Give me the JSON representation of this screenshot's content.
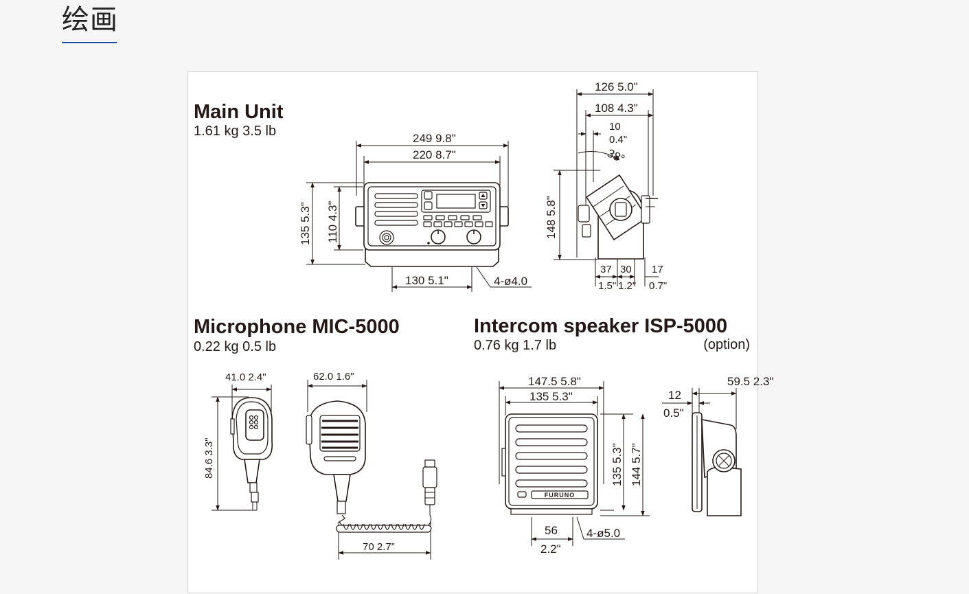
{
  "page": {
    "title": "绘画"
  },
  "main_unit": {
    "title": "Main Unit",
    "weight": "1.61 kg   3.5 lb",
    "dims": {
      "w_outer": "249  9.8\"",
      "w_inner": "220  8.7\"",
      "h_outer": "135  5.3\"",
      "h_inner": "110  4.3\"",
      "base_w": "130  5.1\"",
      "hole": "4-ø4.0",
      "depth_outer": "126  5.0\"",
      "depth_inner": "108  4.3\"",
      "offset_mm": "10",
      "offset_in": "0.4\"",
      "angle": "38°",
      "side_h": "148  5.8\"",
      "b1_mm": "37",
      "b1_in": "1.5\"",
      "b2_mm": "30",
      "b2_in": "1.2\"",
      "b3_mm": "17",
      "b3_in": "0.7\""
    }
  },
  "microphone": {
    "title": "Microphone MIC-5000",
    "weight": "0.22 kg   0.5 lb",
    "dims": {
      "w_side": "41.0  2.4\"",
      "w_front": "62.0  1.6\"",
      "h": "84.6  3.3\"",
      "cord": "70  2.7”"
    }
  },
  "speaker": {
    "title": "Intercom speaker  ISP-5000",
    "weight": "0.76 kg  1.7 lb",
    "option": "(option)",
    "brand": "FURUNO",
    "dims": {
      "w_outer": "147.5  5.8\"",
      "w_inner": "135  5.3\"",
      "h_inner": "135  5.3\"",
      "h_outer": "144  5.7\"",
      "base_mm": "56",
      "base_in": "2.2\"",
      "hole": "4-ø5.0",
      "depth": "59.5  2.3\"",
      "offset_mm": "12",
      "offset_in": "0.5\""
    }
  }
}
